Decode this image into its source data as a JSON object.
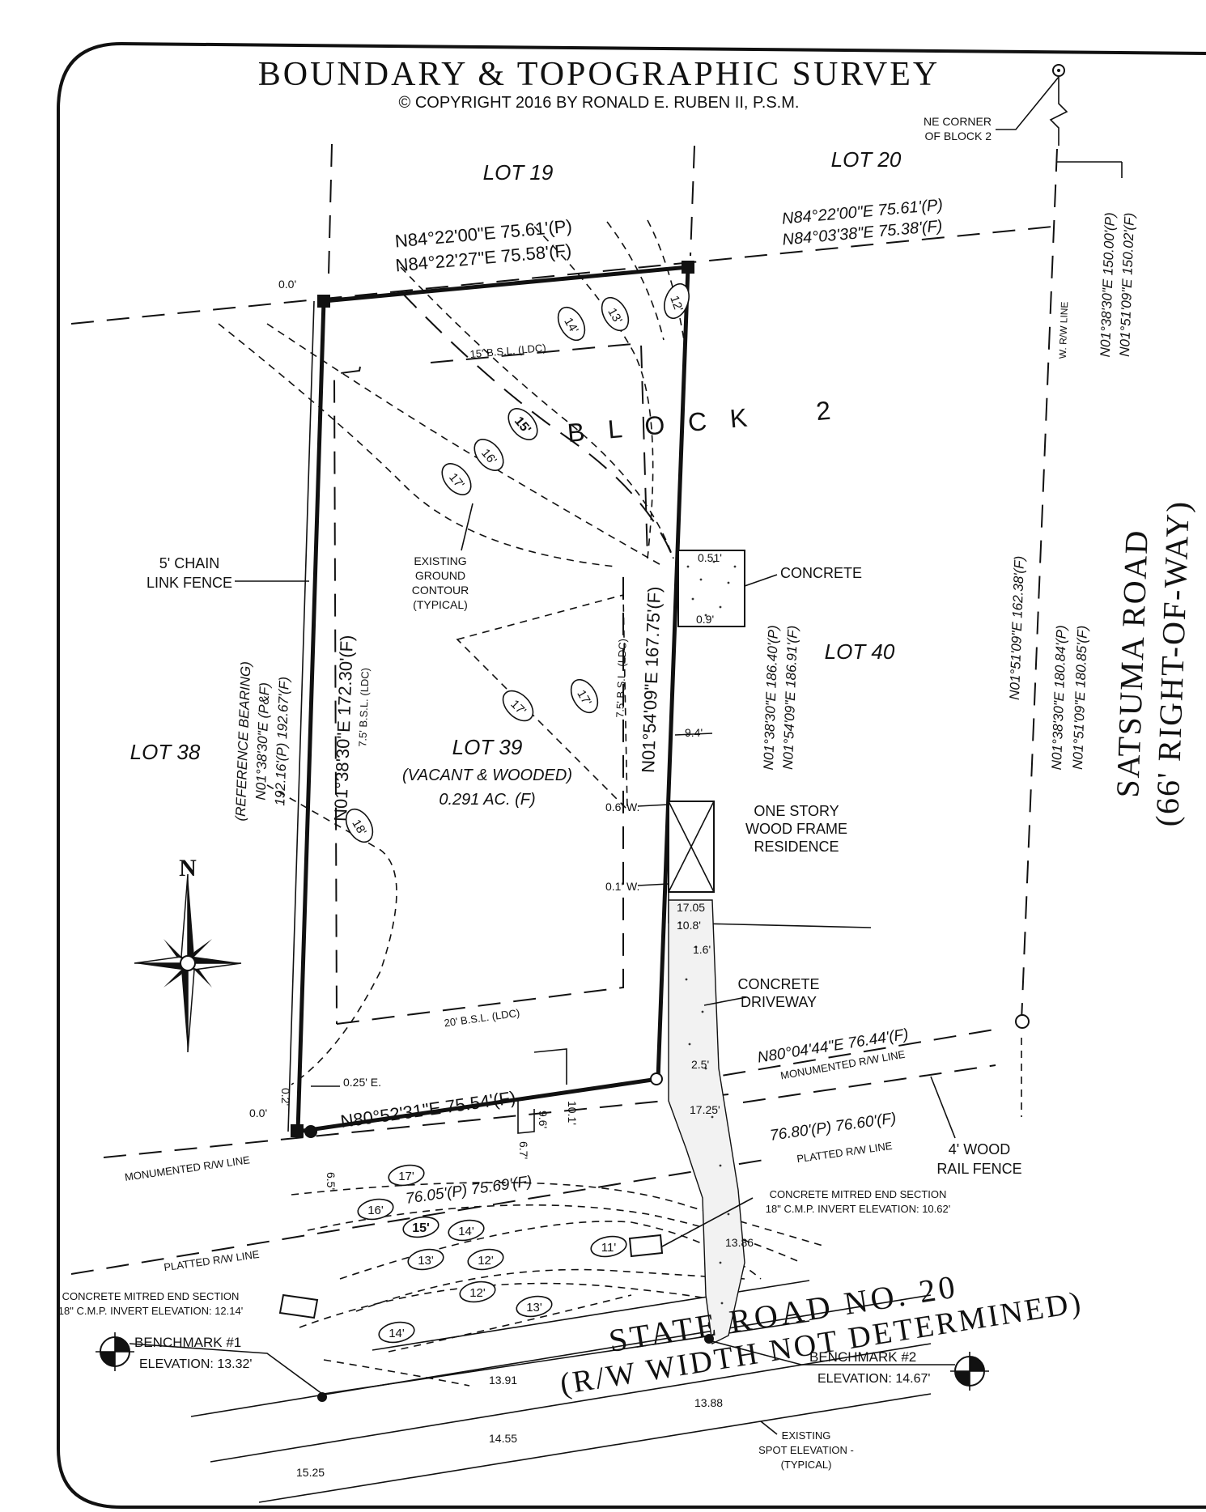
{
  "title": "BOUNDARY & TOPOGRAPHIC SURVEY",
  "copyright": "© COPYRIGHT 2016 BY RONALD E. RUBEN II, P.S.M.",
  "ne_corner": [
    "NE CORNER",
    "OF BLOCK 2"
  ],
  "lots": {
    "lot19": "LOT 19",
    "lot20": "LOT 20",
    "lot38": "LOT 38",
    "lot39": "LOT 39",
    "lot39_desc": "(VACANT & WOODED)",
    "lot39_area": "0.291 AC. (F)",
    "lot40": "LOT 40",
    "block": "B L O C K    2"
  },
  "bearings": {
    "north_p": "N84°22'00\"E  75.61'(P)",
    "north_f": "N84°22'27\"E  75.58'(F)",
    "lot20_p": "N84°22'00\"E 75.61'(P)",
    "lot20_f": "N84°03'38\"E 75.38'(F)",
    "west": "N01°38'30\"E  172.30'(F)",
    "east": "N01°54'09\"E  167.75'(F)",
    "south": "N80°52'31\"E  75.54'(F)",
    "ref_1": "(REFERENCE BEARING)",
    "ref_2": "N01°38'30\"E (P&F)",
    "ref_3": "192.16'(P) 192.67'(F)",
    "lot40_p": "N01°38'30\"E 186.40'(P)",
    "lot40_f": "N01°54'09\"E 186.91'(F)",
    "right_top_p": "N01°38'30\"E 150.00'(P)",
    "right_top_f": "N01°51'09\"E 150.02'(F)",
    "right_mid": "N01°51'09\"E 162.38'(F)",
    "right_low_p": "N01°38'30\"E 180.84'(P)",
    "right_low_f": "N01°51'09\"E 180.85'(F)",
    "rw_north": "N80°04'44\"E 76.44'(F)",
    "rw_pf": "76.80'(P)  76.60'(F)",
    "road_pf": "76.05'(P)  75.69'(F)"
  },
  "labels": {
    "w_rw_line": "W. R/W LINE",
    "chain_fence": [
      "5' CHAIN",
      "LINK FENCE"
    ],
    "contour": [
      "EXISTING",
      "GROUND",
      "CONTOUR",
      "(TYPICAL)"
    ],
    "concrete": "CONCRETE",
    "residence": [
      "ONE STORY",
      "WOOD FRAME",
      "RESIDENCE"
    ],
    "driveway": [
      "CONCRETE",
      "DRIVEWAY"
    ],
    "bsl_15": "15' B.S.L. (LDC)",
    "bsl_20": "20' B.S.L. (LDC)",
    "bsl_75_w": "7.5' B.S.L. (LDC)",
    "bsl_75_e": "7.5' B.S.L. (LDC)",
    "mon_rw_e": "MONUMENTED R/W LINE",
    "mon_rw_w": "MONUMENTED R/W LINE",
    "platted_e": "PLATTED R/W LINE",
    "platted_w": "PLATTED R/W LINE",
    "wood_fence": [
      "4' WOOD",
      "RAIL FENCE"
    ],
    "mitred_e": [
      "CONCRETE MITRED END SECTION",
      "18\" C.M.P. INVERT ELEVATION: 10.62'"
    ],
    "mitred_w": [
      "CONCRETE MITRED END SECTION",
      "18\" C.M.P. INVERT ELEVATION: 12.14'"
    ],
    "bm1": [
      "BENCHMARK #1",
      "ELEVATION: 13.32'"
    ],
    "bm2": [
      "BENCHMARK #2",
      "ELEVATION: 14.67'"
    ],
    "spot": [
      "EXISTING",
      "SPOT ELEVATION -",
      "(TYPICAL)"
    ],
    "satsuma": [
      "SATSUMA ROAD",
      "(66' RIGHT-OF-WAY)"
    ],
    "state_road": [
      "STATE ROAD NO. 20",
      "(R/W WIDTH NOT DETERMINED)"
    ],
    "north": "N"
  },
  "dims": [
    "0.0'",
    "0.0'",
    "0.2'",
    "0.25' E.",
    "6.5'",
    "9.6'",
    "10.1'",
    "6.7'",
    "0.51'",
    "0.9'",
    "9.4'",
    "0.6' W.",
    "0.1' W.",
    "17.05",
    "10.8'",
    "1.6'",
    "2.5'",
    "17.25'",
    "13.86"
  ],
  "contours": [
    "12'",
    "13'",
    "14'",
    "15'",
    "16'",
    "17'",
    "17'",
    "17'",
    "18'",
    "17'",
    "16'",
    "15'",
    "14'",
    "13'",
    "12'",
    "11'",
    "12'",
    "13'",
    "14'"
  ],
  "spot_elevations": [
    "13.91",
    "13.88",
    "14.55",
    "15.25"
  ]
}
